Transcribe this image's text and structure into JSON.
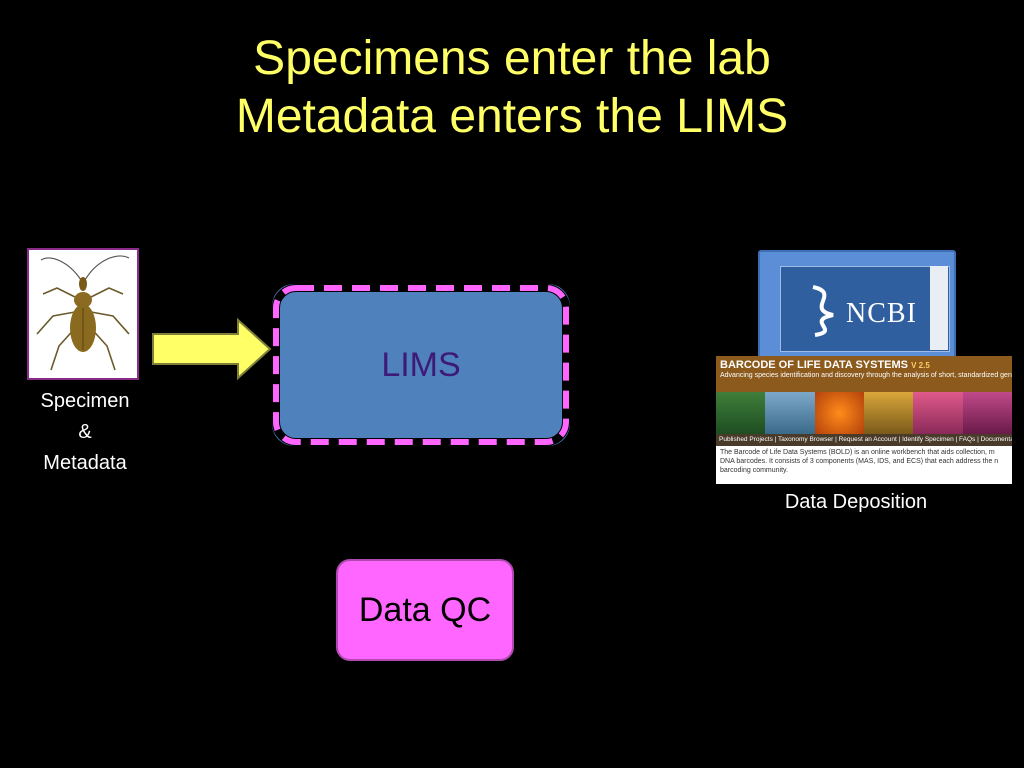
{
  "title": {
    "line1": "Specimens enter the lab",
    "line2": "Metadata enters the LIMS"
  },
  "specimen": {
    "label_line1": "Specimen",
    "label_line2": "&",
    "label_line3": "Metadata",
    "icon": "insect-icon"
  },
  "lims": {
    "label": "LIMS",
    "fill": "#4f81bd",
    "border": "#ff66ff"
  },
  "data_qc": {
    "label": "Data QC",
    "fill": "#ff66ff"
  },
  "ncbi": {
    "logo_text": "NCBI"
  },
  "bold": {
    "title": "BARCODE OF LIFE DATA SYSTEMS",
    "version": "V 2.5",
    "subtitle": "Advancing species identification and discovery through the analysis of short, standardized gene regions",
    "nav": "Published Projects  |  Taxonomy Browser  |  Request an Account  |  Identify Specimen  |  FAQs  |  Documentation",
    "description": "The Barcode of Life Data Systems (BOLD) is an online workbench that aids collection, m DNA barcodes. It consists of 3 components (MAS, IDS, and ECS) that each address the n barcoding community."
  },
  "deposition": {
    "label": "Data Deposition"
  },
  "colors": {
    "title": "#ffff66",
    "arrow": "#ffff66",
    "background": "#000000"
  }
}
